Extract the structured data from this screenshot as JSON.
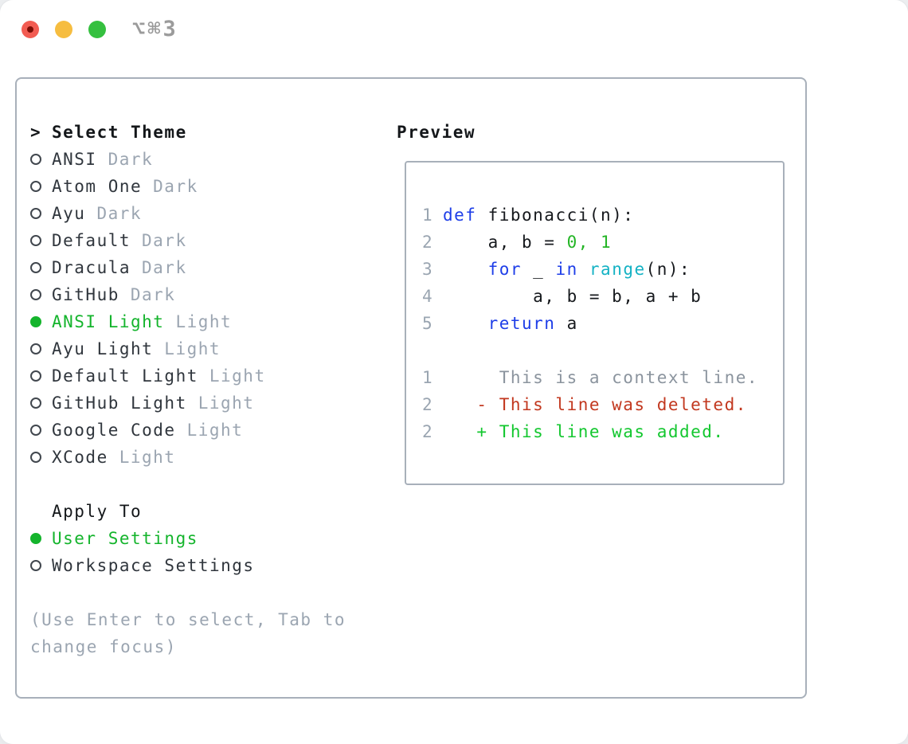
{
  "window": {
    "title_shortcut": "⌥⌘3"
  },
  "colors": {
    "dot_red": "#f25c52",
    "dot_red_inner": "#7c0d05",
    "dot_yellow": "#f6bd40",
    "dot_green": "#35c03f",
    "title_gray": "#9b9b9b",
    "border_gray": "#a8b0ba",
    "header_black": "#14171a",
    "label_dark": "#30363d",
    "muted_gray": "#9ba5b1",
    "lineno_gray": "#9aa5b1",
    "context_gray": "#8b949e",
    "accent_green": "#14b42c",
    "added_green": "#13c72f",
    "deleted_red": "#c2381f",
    "keyword_blue": "#1e3ee8",
    "number_green": "#23b525",
    "function_cyan": "#14b2c4",
    "code_fg": "#16191d"
  },
  "theme_panel": {
    "header_prefix": ">",
    "header": "Select Theme",
    "items": [
      {
        "name": "ANSI",
        "variant": "Dark",
        "selected": false
      },
      {
        "name": "Atom One",
        "variant": "Dark",
        "selected": false
      },
      {
        "name": "Ayu",
        "variant": "Dark",
        "selected": false
      },
      {
        "name": "Default",
        "variant": "Dark",
        "selected": false
      },
      {
        "name": "Dracula",
        "variant": "Dark",
        "selected": false
      },
      {
        "name": "GitHub",
        "variant": "Dark",
        "selected": false
      },
      {
        "name": "ANSI Light",
        "variant": "Light",
        "selected": true
      },
      {
        "name": "Ayu Light",
        "variant": "Light",
        "selected": false
      },
      {
        "name": "Default Light",
        "variant": "Light",
        "selected": false
      },
      {
        "name": "GitHub Light",
        "variant": "Light",
        "selected": false
      },
      {
        "name": "Google Code",
        "variant": "Light",
        "selected": false
      },
      {
        "name": "XCode",
        "variant": "Light",
        "selected": false
      }
    ],
    "apply_header": "Apply To",
    "apply_options": [
      {
        "label": "User Settings",
        "selected": true
      },
      {
        "label": "Workspace Settings",
        "selected": false
      }
    ],
    "hint": "(Use Enter to select, Tab to change focus)"
  },
  "preview_panel": {
    "header": "Preview",
    "lines": [
      {
        "num": "1",
        "runs": [
          {
            "t": "def",
            "c": "kw"
          },
          {
            "t": " fibonacci(n):",
            "c": "fg"
          }
        ]
      },
      {
        "num": "2",
        "runs": [
          {
            "t": "    a, b = ",
            "c": "fg"
          },
          {
            "t": "0, 1",
            "c": "num"
          }
        ]
      },
      {
        "num": "3",
        "runs": [
          {
            "t": "    ",
            "c": "fg"
          },
          {
            "t": "for",
            "c": "kw"
          },
          {
            "t": " _ ",
            "c": "fg"
          },
          {
            "t": "in",
            "c": "kw"
          },
          {
            "t": " ",
            "c": "fg"
          },
          {
            "t": "range",
            "c": "fn"
          },
          {
            "t": "(n):",
            "c": "fg"
          }
        ]
      },
      {
        "num": "4",
        "runs": [
          {
            "t": "        a, b = b, a + b",
            "c": "fg"
          }
        ]
      },
      {
        "num": "5",
        "runs": [
          {
            "t": "    ",
            "c": "fg"
          },
          {
            "t": "return",
            "c": "kw"
          },
          {
            "t": " a",
            "c": "fg"
          }
        ]
      },
      {
        "blank": true
      },
      {
        "num": "1",
        "runs": [
          {
            "t": "     This is a context line.",
            "c": "ctx"
          }
        ]
      },
      {
        "num": "2",
        "runs": [
          {
            "t": "   - This line was deleted.",
            "c": "del"
          }
        ]
      },
      {
        "num": "2",
        "runs": [
          {
            "t": "   + This line was added.",
            "c": "add"
          }
        ]
      }
    ]
  }
}
